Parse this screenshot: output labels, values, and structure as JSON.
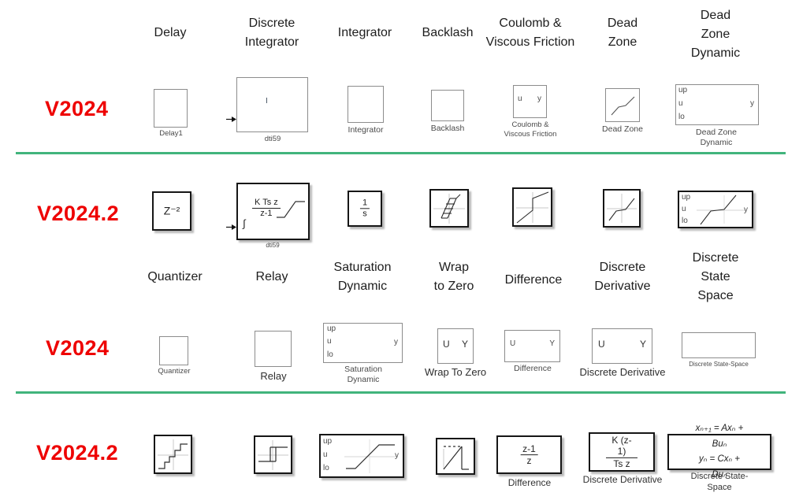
{
  "colors": {
    "accent_red": "#ee0000",
    "separator_green": "#41b47c"
  },
  "version_labels": {
    "row1_old": "V2024",
    "row1_new": "V2024.2",
    "row2_old": "V2024",
    "row2_new": "V2024.2"
  },
  "headers_top": [
    "Delay",
    "Discrete\nIntegrator",
    "Integrator",
    "Backlash",
    "Coulomb &\nViscous Friction",
    "Dead\nZone",
    "Dead\nZone\nDynamic"
  ],
  "headers_bottom": [
    "Quantizer",
    "Relay",
    "Saturation\nDynamic",
    "Wrap\nto Zero",
    "Difference",
    "Discrete\nDerivative",
    "Discrete\nState\nSpace"
  ],
  "blocks": {
    "delay_old": {
      "label": "Delay1"
    },
    "discrete_integrator_old": {
      "content": "I",
      "label": "dti59"
    },
    "integrator_old": {
      "label": "Integrator"
    },
    "backlash_old": {
      "label": "Backlash"
    },
    "coulomb_old": {
      "port_u": "u",
      "port_y": "y",
      "label": "Coulomb &\nViscous Friction"
    },
    "dead_zone_old": {
      "label": "Dead Zone"
    },
    "dead_zone_dynamic_old": {
      "port_up": "up",
      "port_u": "u",
      "port_lo": "lo",
      "port_y": "y",
      "label": "Dead Zone\nDynamic"
    },
    "delay_new": {
      "content": "Z⁻²"
    },
    "discrete_integrator_new": {
      "numer": "K Ts z",
      "denom": "z-1",
      "integral": "∫",
      "label": "dti59"
    },
    "integrator_new": {
      "numer": "1",
      "denom": "s"
    },
    "dead_zone_dynamic_new": {
      "port_up": "up",
      "port_u": "u",
      "port_lo": "lo",
      "port_y": "y"
    },
    "quantizer_old": {
      "label": "Quantizer"
    },
    "relay_old": {
      "label": "Relay"
    },
    "saturation_dynamic_old": {
      "port_up": "up",
      "port_u": "u",
      "port_lo": "lo",
      "port_y": "y",
      "label": "Saturation\nDynamic"
    },
    "wrap_to_zero_old": {
      "port_u": "U",
      "port_y": "Y",
      "label": "Wrap To Zero"
    },
    "difference_old": {
      "port_u": "U",
      "port_y": "Y",
      "label": "Difference"
    },
    "discrete_derivative_old": {
      "port_u": "U",
      "port_y": "Y",
      "label": "Discrete Derivative"
    },
    "discrete_state_space_old": {
      "label": "Discrete State-Space"
    },
    "saturation_dynamic_new": {
      "port_up": "up",
      "port_u": "u",
      "port_lo": "lo",
      "port_y": "y"
    },
    "difference_new": {
      "numer": "z-1",
      "denom": "z",
      "label": "Difference"
    },
    "discrete_derivative_new": {
      "numer": "K (z-1)",
      "denom": "Ts z",
      "label": "Discrete Derivative"
    },
    "discrete_state_space_new": {
      "eq1": "xₙ₊₁ = Axₙ + Buₙ",
      "eq2": "yₙ = Cxₙ + Duₙ",
      "label": "Discrete State-Space"
    }
  }
}
